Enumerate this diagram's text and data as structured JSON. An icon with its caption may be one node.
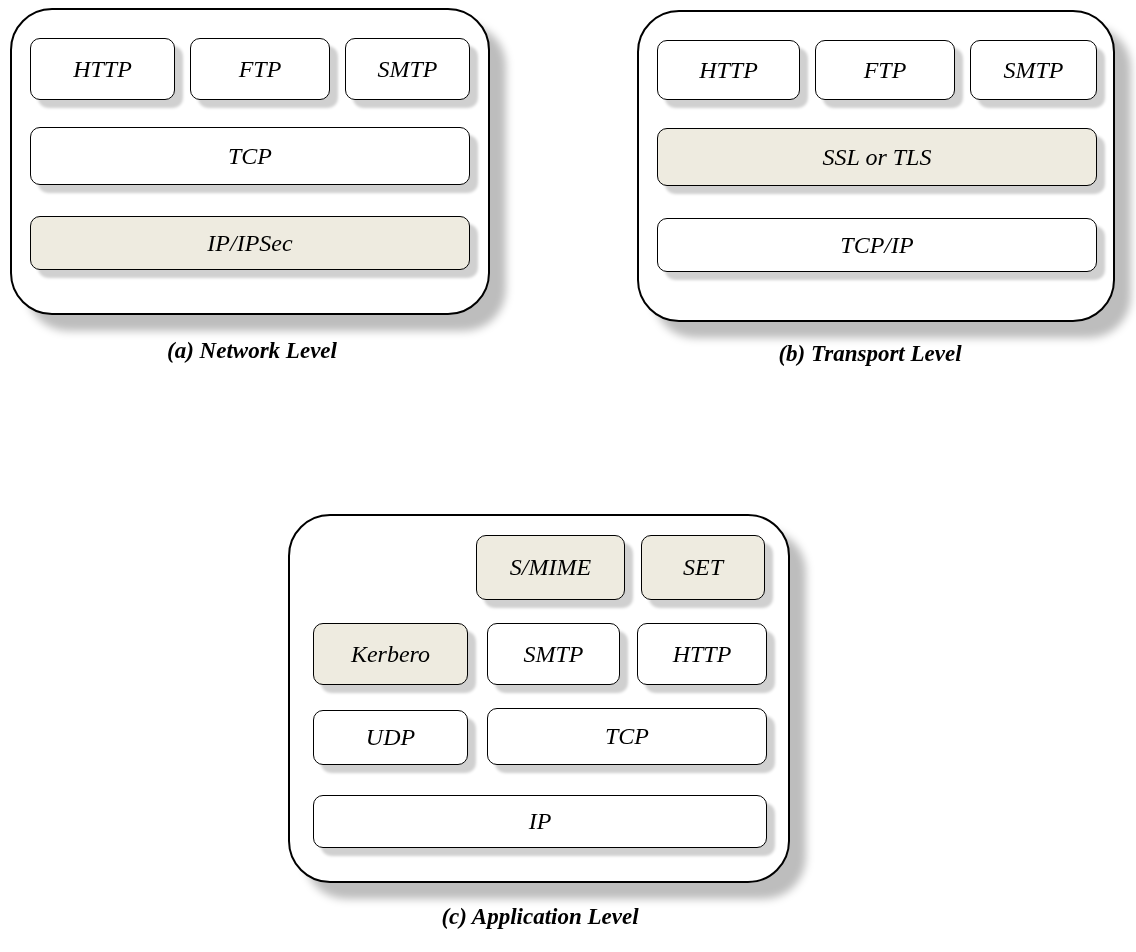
{
  "diagram": {
    "nodes": [
      {
        "text": [
          "(a) Network Level"
        ]
      },
      {
        "text": [
          "HTTP"
        ],
        "in": 0
      },
      {
        "text": [
          "FTP"
        ],
        "in": 0
      },
      {
        "text": [
          "SMTP"
        ],
        "in": 0
      },
      {
        "text": [
          "TCP"
        ],
        "in": 0
      },
      {
        "text": [
          "IP/IPSec"
        ],
        "in": 0
      },
      {
        "text": [
          "(b) Transport Level"
        ]
      },
      {
        "text": [
          "HTTP"
        ],
        "in": 6
      },
      {
        "text": [
          "FTP"
        ],
        "in": 6
      },
      {
        "text": [
          "SMTP"
        ],
        "in": 6
      },
      {
        "text": [
          "SSL or TLS"
        ],
        "in": 6
      },
      {
        "text": [
          "TCP/IP"
        ],
        "in": 6
      },
      {
        "text": [
          "(c) Application Level"
        ]
      },
      {
        "text": [
          "S/MIME"
        ],
        "in": 12
      },
      {
        "text": [
          "SET"
        ],
        "in": 12
      },
      {
        "text": [
          "Kerbero"
        ],
        "in": 12
      },
      {
        "text": [
          "SMTP"
        ],
        "in": 12
      },
      {
        "text": [
          "HTTP"
        ],
        "in": 12
      },
      {
        "text": [
          "UDP"
        ],
        "in": 12
      },
      {
        "text": [
          "TCP"
        ],
        "in": 12
      },
      {
        "text": [
          "IP"
        ],
        "in": 12
      }
    ]
  }
}
